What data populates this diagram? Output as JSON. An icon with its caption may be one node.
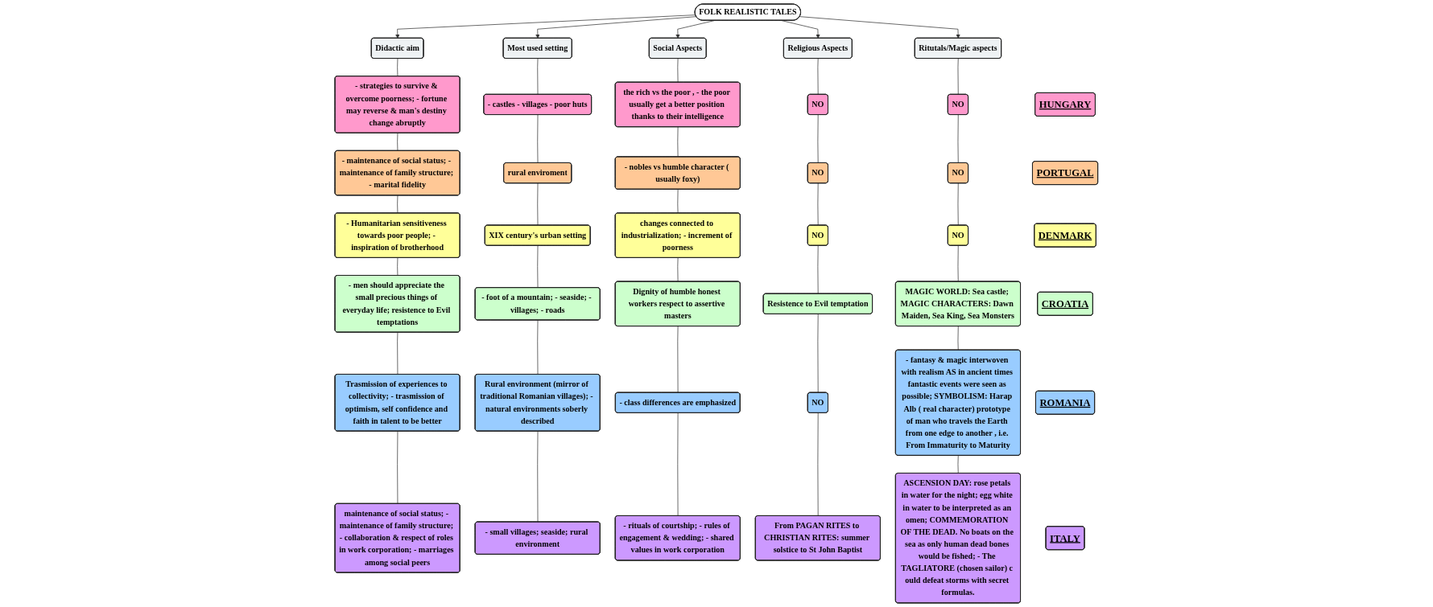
{
  "diagram": {
    "nodes": [
      {
        "text": [
          "FOLK REALISTIC TALES"
        ]
      },
      {
        "text": [
          "Didactic aim"
        ]
      },
      {
        "text": [
          "Most used setting"
        ]
      },
      {
        "text": [
          "Social Aspects"
        ]
      },
      {
        "text": [
          "Religious Aspects"
        ]
      },
      {
        "text": [
          "Ritutals/Magic aspects"
        ]
      },
      {
        "text": [
          "HUNGARY"
        ]
      },
      {
        "text": [
          "- strategies to survive & overcome poorness; - fortune may reverse & man's destiny change abruptly"
        ]
      },
      {
        "text": [
          "- castles - villages - poor huts"
        ]
      },
      {
        "text": [
          "the rich vs the poor , - the poor usually get a better position thanks to their intelligence"
        ]
      },
      {
        "text": [
          "NO"
        ]
      },
      {
        "text": [
          "NO"
        ]
      },
      {
        "text": [
          "PORTUGAL"
        ]
      },
      {
        "text": [
          "- maintenance of social status; - maintenance of family structure; - marital fidelity"
        ]
      },
      {
        "text": [
          "rural enviroment"
        ]
      },
      {
        "text": [
          "- nobles vs humble character ( usually foxy)"
        ]
      },
      {
        "text": [
          "NO"
        ]
      },
      {
        "text": [
          "NO"
        ]
      },
      {
        "text": [
          "DENMARK"
        ]
      },
      {
        "text": [
          "- Humanitarian sensitiveness towards poor people; - inspiration of brotherhood"
        ]
      },
      {
        "text": [
          "XIX century's urban setting"
        ]
      },
      {
        "text": [
          "changes connected to industrialization; - increment of poorness"
        ]
      },
      {
        "text": [
          "NO"
        ]
      },
      {
        "text": [
          "NO"
        ]
      },
      {
        "text": [
          "CROATIA"
        ]
      },
      {
        "text": [
          "- men should appreciate the small precious things of everyday life; resistence to Evil temptations"
        ]
      },
      {
        "text": [
          "- foot of a mountain; - seaside; - villages; - roads"
        ]
      },
      {
        "text": [
          "Dignity of humble honest workers respect to assertive masters"
        ]
      },
      {
        "text": [
          "Resistence to Evil temptation"
        ]
      },
      {
        "text": [
          "MAGIC WORLD: Sea castle; MAGIC CHARACTERS: Dawn Maiden, Sea King, Sea Monsters"
        ]
      },
      {
        "text": [
          "ROMANIA"
        ]
      },
      {
        "text": [
          "Trasmission of experiences to collectivity; - trasmission of optimism, self confidence and faith in talent to be better"
        ]
      },
      {
        "text": [
          "Rural environment (mirror of traditional Romanian villages); - natural environments soberly described"
        ]
      },
      {
        "text": [
          "- class differences are emphasized"
        ]
      },
      {
        "text": [
          "NO"
        ]
      },
      {
        "text": [
          "- fantasy & magic interwoven with realism AS in ancient times fantastic events were seen as possible; SYMBOLISM: Harap Alb ( real character) prototype of man who travels the Earth from one edge to another , i.e. From Immaturity to Maturity"
        ]
      },
      {
        "text": [
          "ITALY"
        ]
      },
      {
        "text": [
          "maintenance of social status; - maintenance of family structure; - collaboration & respect of roles in work corporation; - marriages among social peers"
        ]
      },
      {
        "text": [
          "- small villages; seaside; rural environment"
        ]
      },
      {
        "text": [
          "- rituals of courtship; - rules of engagement & wedding; - shared values in work corporation"
        ]
      },
      {
        "text": [
          "From PAGAN RITES to CHRISTIAN RITES: summer solstice to St John Baptist"
        ]
      },
      {
        "text": [
          "ASCENSION DAY: rose petals in water for the night; egg white in water to be interpreted as an omen; COMMEMORATION OF THE DEAD. No boats on the sea as only human dead bones would be fished; - The TAGLIATORE (chosen sailor) c ould defeat storms with secret formulas."
        ]
      }
    ],
    "edges": [
      {
        "from": 0,
        "to": 1,
        "arrow": "to"
      },
      {
        "from": 0,
        "to": 2,
        "arrow": "to"
      },
      {
        "from": 0,
        "to": 3,
        "arrow": "to"
      },
      {
        "from": 0,
        "to": 4,
        "arrow": "to"
      },
      {
        "from": 0,
        "to": 5,
        "arrow": "to"
      },
      {
        "from": 1,
        "to": 7,
        "arrow": "none"
      },
      {
        "from": 7,
        "to": 13,
        "arrow": "none"
      },
      {
        "from": 13,
        "to": 19,
        "arrow": "none"
      },
      {
        "from": 19,
        "to": 25,
        "arrow": "none"
      },
      {
        "from": 25,
        "to": 31,
        "arrow": "none"
      },
      {
        "from": 31,
        "to": 37,
        "arrow": "none"
      },
      {
        "from": 2,
        "to": 8,
        "arrow": "none"
      },
      {
        "from": 8,
        "to": 14,
        "arrow": "none"
      },
      {
        "from": 14,
        "to": 20,
        "arrow": "none"
      },
      {
        "from": 20,
        "to": 26,
        "arrow": "none"
      },
      {
        "from": 26,
        "to": 32,
        "arrow": "none"
      },
      {
        "from": 32,
        "to": 38,
        "arrow": "none"
      },
      {
        "from": 3,
        "to": 9,
        "arrow": "none"
      },
      {
        "from": 9,
        "to": 15,
        "arrow": "none"
      },
      {
        "from": 15,
        "to": 21,
        "arrow": "none"
      },
      {
        "from": 21,
        "to": 27,
        "arrow": "none"
      },
      {
        "from": 27,
        "to": 33,
        "arrow": "none"
      },
      {
        "from": 33,
        "to": 39,
        "arrow": "none"
      },
      {
        "from": 4,
        "to": 10,
        "arrow": "none"
      },
      {
        "from": 10,
        "to": 16,
        "arrow": "none"
      },
      {
        "from": 16,
        "to": 22,
        "arrow": "none"
      },
      {
        "from": 22,
        "to": 28,
        "arrow": "none"
      },
      {
        "from": 28,
        "to": 34,
        "arrow": "none"
      },
      {
        "from": 34,
        "to": 40,
        "arrow": "none"
      },
      {
        "from": 5,
        "to": 11,
        "arrow": "none"
      },
      {
        "from": 11,
        "to": 17,
        "arrow": "none"
      },
      {
        "from": 17,
        "to": 23,
        "arrow": "none"
      },
      {
        "from": 23,
        "to": 29,
        "arrow": "none"
      },
      {
        "from": 29,
        "to": 35,
        "arrow": "none"
      },
      {
        "from": 35,
        "to": 41,
        "arrow": "none"
      }
    ]
  }
}
